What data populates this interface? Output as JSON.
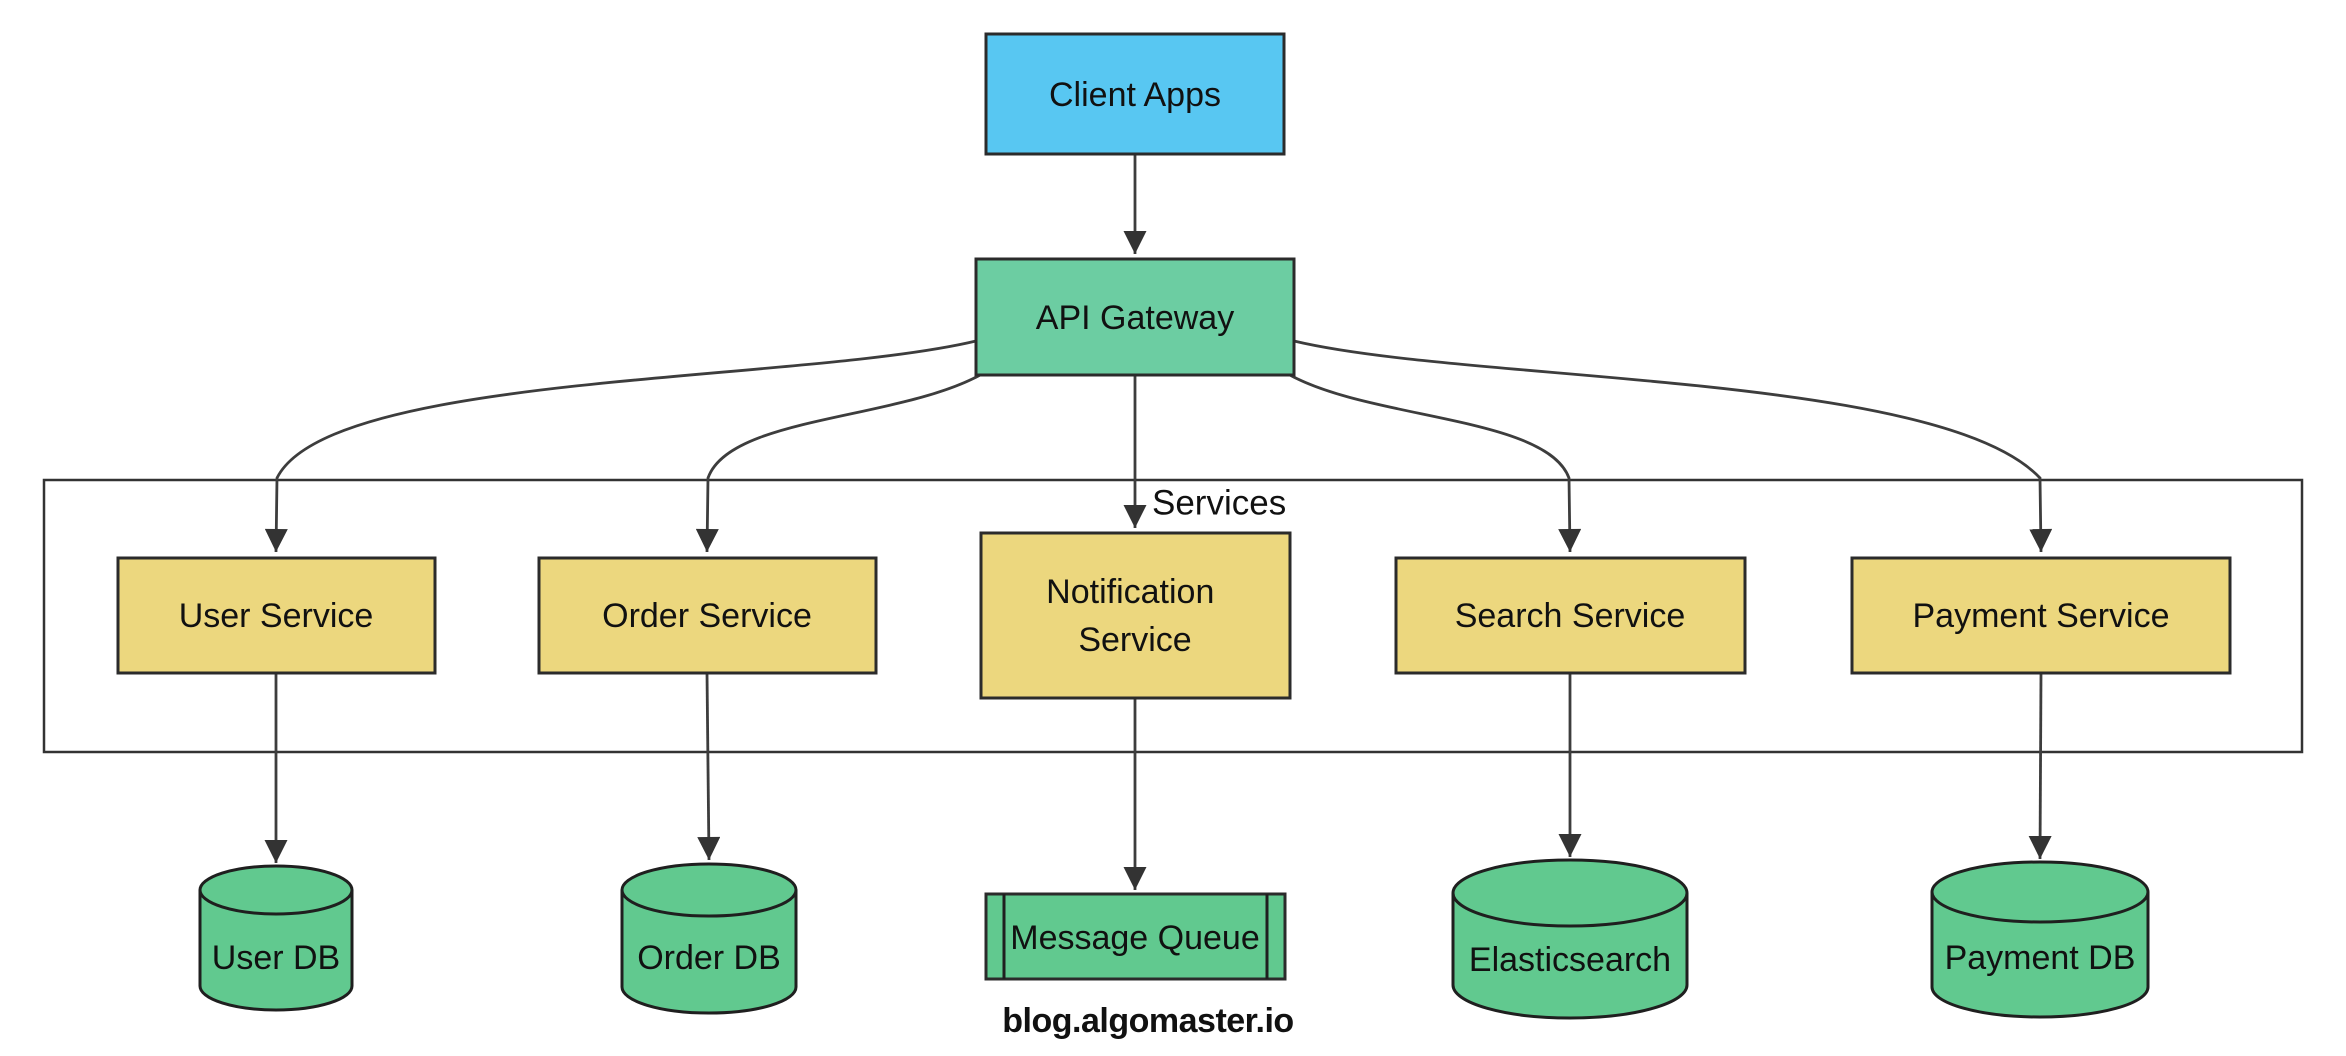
{
  "diagram": {
    "subgraph_label": "Services",
    "nodes": {
      "client_apps": {
        "label": "Client Apps",
        "type": "rect"
      },
      "api_gateway": {
        "label": "API Gateway",
        "type": "rect"
      },
      "user_service": {
        "label": "User Service",
        "type": "rect"
      },
      "order_service": {
        "label": "Order Service",
        "type": "rect"
      },
      "notification_service": {
        "label": "Notification Service",
        "lines": [
          "Notification",
          "Service"
        ],
        "type": "rect"
      },
      "search_service": {
        "label": "Search Service",
        "type": "rect"
      },
      "payment_service": {
        "label": "Payment Service",
        "type": "rect"
      },
      "user_db": {
        "label": "User DB",
        "type": "cylinder"
      },
      "order_db": {
        "label": "Order DB",
        "type": "cylinder"
      },
      "message_queue": {
        "label": "Message Queue",
        "type": "subroutine"
      },
      "elasticsearch": {
        "label": "Elasticsearch",
        "type": "cylinder"
      },
      "payment_db": {
        "label": "Payment DB",
        "type": "cylinder"
      }
    },
    "edges": [
      {
        "from": "client_apps",
        "to": "api_gateway"
      },
      {
        "from": "api_gateway",
        "to": "user_service"
      },
      {
        "from": "api_gateway",
        "to": "order_service"
      },
      {
        "from": "api_gateway",
        "to": "notification_service"
      },
      {
        "from": "api_gateway",
        "to": "search_service"
      },
      {
        "from": "api_gateway",
        "to": "payment_service"
      },
      {
        "from": "user_service",
        "to": "user_db"
      },
      {
        "from": "order_service",
        "to": "order_db"
      },
      {
        "from": "notification_service",
        "to": "message_queue"
      },
      {
        "from": "search_service",
        "to": "elasticsearch"
      },
      {
        "from": "payment_service",
        "to": "payment_db"
      }
    ],
    "colors": {
      "client_blue": "#58C7F2",
      "gateway_green": "#6CCDA2",
      "service_yellow": "#ECD77E",
      "datastore_green": "#61C98F",
      "node_border": "#2B2B2B",
      "edge_gray": "#3D3D3D"
    }
  },
  "watermark": {
    "blog": "blog",
    "dot1": ".",
    "algomaster": "algomaster",
    "dot2": ".",
    "io": "io",
    "green": "#1FB95B",
    "blue": "#2FB5F3",
    "black": "#111111"
  }
}
